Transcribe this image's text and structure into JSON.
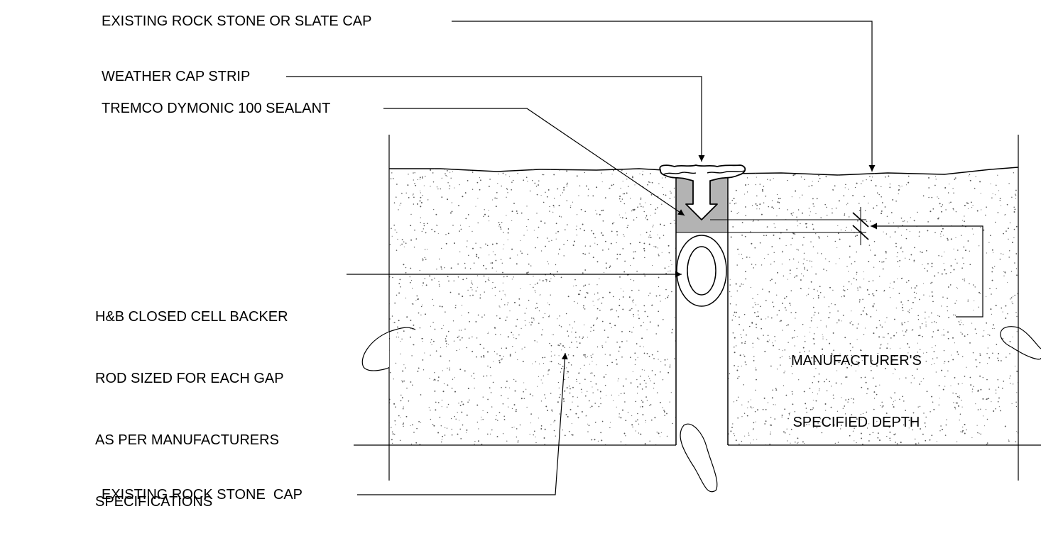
{
  "labels": {
    "existing_cap_top": "EXISTING ROCK STONE OR SLATE CAP",
    "weather_cap_strip": "WEATHER CAP STRIP",
    "sealant": "TREMCO DYMONIC 100 SEALANT",
    "backer_rod": [
      "H&B CLOSED CELL BACKER",
      "ROD SIZED FOR EACH GAP",
      "AS PER MANUFACTURERS",
      "SPECIFICATIONS"
    ],
    "specified_depth": [
      "MANUFACTURER'S",
      "SPECIFIED DEPTH"
    ],
    "existing_cap_bottom": "EXISTING ROCK STONE  CAP"
  },
  "colors": {
    "line": "#000000",
    "sealant_fill": "#b3b3b3",
    "stone_fill": "#ffffff",
    "stipple": "#555555"
  }
}
